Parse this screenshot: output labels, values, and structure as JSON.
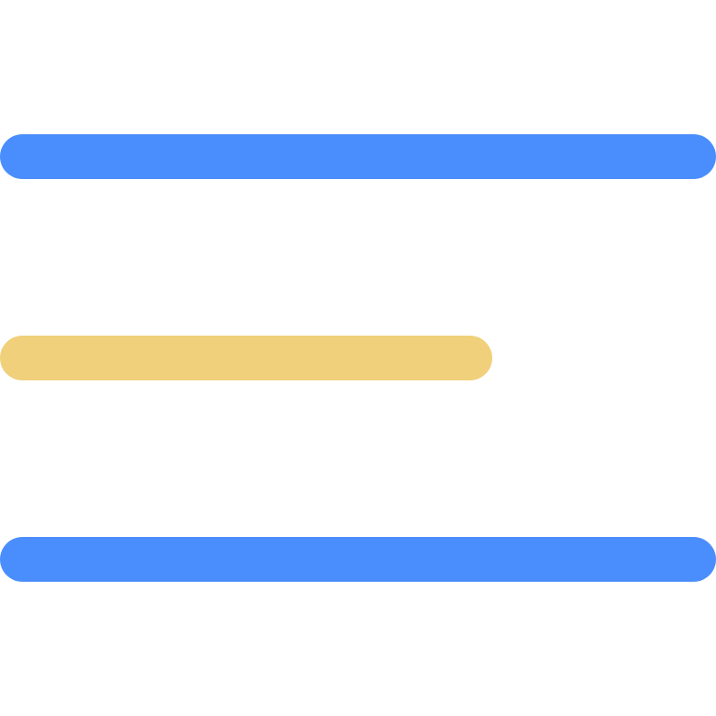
{
  "icon": {
    "name": "menu-icon",
    "bars": [
      {
        "id": "top",
        "color": "#4A8EFD"
      },
      {
        "id": "middle",
        "color": "#F0D07A"
      },
      {
        "id": "bottom",
        "color": "#4A8EFD"
      }
    ]
  },
  "colors": {
    "background": "#FFFFFF",
    "primary": "#4A8EFD",
    "accent": "#F0D07A"
  }
}
